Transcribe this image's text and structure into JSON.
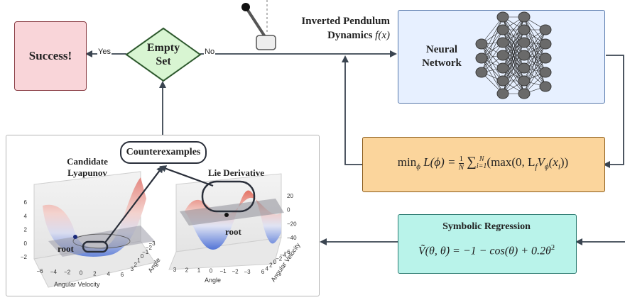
{
  "success": {
    "label": "Success!"
  },
  "decision": {
    "line1": "Empty",
    "line2": "Set",
    "yes": "Yes",
    "no": "No"
  },
  "dynamics": {
    "line1": "Inverted Pendulum",
    "line2": "Dynamics",
    "func": "f(x)"
  },
  "network": {
    "line1": "Neural",
    "line2": "Network"
  },
  "loss": {
    "min": "min",
    "min_sub": "ϕ",
    "lhs": "L(ϕ) =",
    "frac_num": "1",
    "frac_den": "N",
    "sum_sym": "∑",
    "sum_top": "N",
    "sum_bottom": "i=1",
    "rhs": "(max(0, L",
    "rhs_sub": "f",
    "rhs2": "V",
    "rhs2_sub": "ϕ",
    "rhs3": "(x",
    "rhs3_sub": "i",
    "rhs4": "))"
  },
  "symbolic": {
    "title": "Symbolic Regression",
    "formula": "Ṽ(θ, θ̇) = −1 − cos(θ) + 0.2θ̇",
    "formula_sup": "2"
  },
  "panel": {
    "counterexamples": "Counterexamples",
    "candidate_line1": "Candidate",
    "candidate_line2": "Lyapunov",
    "lie_derivative": "Lie Derivative",
    "root": "root",
    "plot1": {
      "z_ticks": [
        "6",
        "4",
        "2",
        "0",
        "−2"
      ],
      "x_ticks": [
        "−6",
        "−4",
        "−2",
        "0",
        "2",
        "4",
        "6"
      ],
      "x_label": "Angular Velocity",
      "y_ticks": [
        "3",
        "2",
        "1",
        "0",
        "−1",
        "−2",
        "−3"
      ],
      "y_label": "Angle"
    },
    "plot2": {
      "z_ticks": [
        "20",
        "0",
        "−20",
        "−40"
      ],
      "x_ticks": [
        "3",
        "2",
        "1",
        "0",
        "−1",
        "−2",
        "−3"
      ],
      "x_label": "Angle",
      "y_ticks": [
        "6",
        "4",
        "2",
        "0",
        "−2",
        "−4",
        "−6"
      ],
      "y_label": "Angular Velocity"
    }
  },
  "colors": {
    "success_fill": "#f9d5d9",
    "success_stroke": "#8a3d44",
    "decision_fill": "#d8f5d2",
    "decision_stroke": "#2f5a2f",
    "network_fill": "#e7f0ff",
    "network_stroke": "#5577aa",
    "loss_fill": "#fbd59c",
    "loss_stroke": "#8a5b1a",
    "symbolic_fill": "#b9f3ea",
    "symbolic_stroke": "#2a7a70",
    "arrow": "#3a4450"
  }
}
